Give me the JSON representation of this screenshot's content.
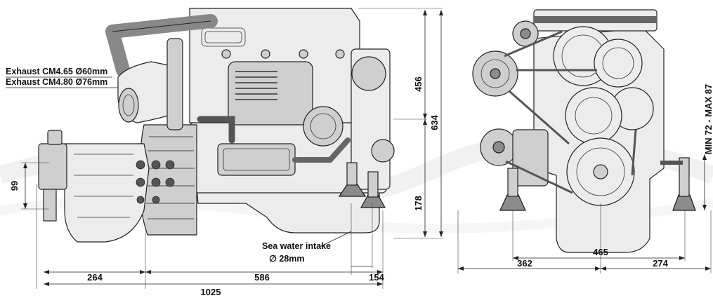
{
  "labels": {
    "exhaust_1": "Exhaust CM4.65  Ø60mm",
    "exhaust_2": "Exhaust CM4.80  Ø76mm",
    "intake_title": "Sea water intake",
    "intake_size": "∅ 28mm"
  },
  "dimensions": {
    "total_length": "1025",
    "exhaust_offset": "264",
    "block_length": "586",
    "intake_offset": "154",
    "exhaust_height": "99",
    "upper_height": "456",
    "total_height": "634",
    "lower_height": "178",
    "left_width": "362",
    "mount_width": "465",
    "right_width": "274",
    "mount_range": "MIN 72 - MAX 87"
  }
}
